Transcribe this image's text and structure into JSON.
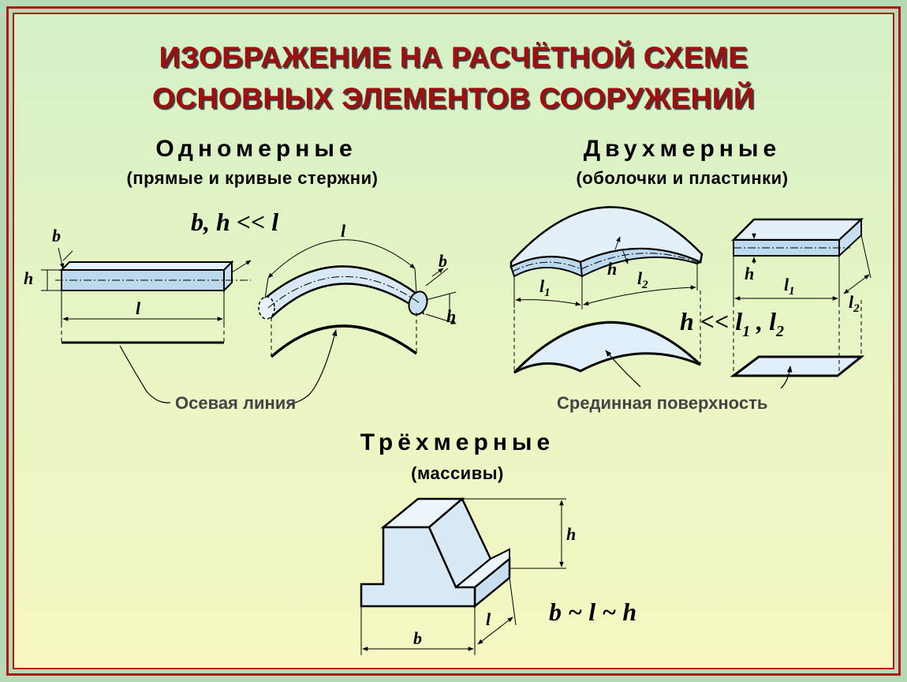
{
  "title": {
    "line1": "ИЗОБРАЖЕНИЕ НА РАСЧЁТНОЙ СХЕМЕ",
    "line2": "ОСНОВНЫХ ЭЛЕМЕНТОВ СООРУЖЕНИЙ"
  },
  "sections": {
    "one_dimensional": {
      "heading": "Одномерные",
      "subheading": "(прямые и кривые стержни)",
      "condition": "b, h << l",
      "caption": "Осевая линия"
    },
    "two_dimensional": {
      "heading": "Двухмерные",
      "subheading": "(оболочки и пластинки)",
      "condition_main": "h << l",
      "condition_sub1": "1",
      "condition_sep": " , l",
      "condition_sub2": "2",
      "caption": "Срединная поверхность"
    },
    "three_dimensional": {
      "heading": "Трёхмерные",
      "subheading": "(массивы)",
      "condition": "b ~ l ~ h"
    }
  },
  "labels": {
    "b": "b",
    "h": "h",
    "l": "l",
    "one": "1",
    "two": "2"
  },
  "colors": {
    "title": "#9e1010",
    "frame": "#b01818",
    "fill_blue": "#d8e8f4",
    "fill_bar": "#bcd9ee"
  }
}
